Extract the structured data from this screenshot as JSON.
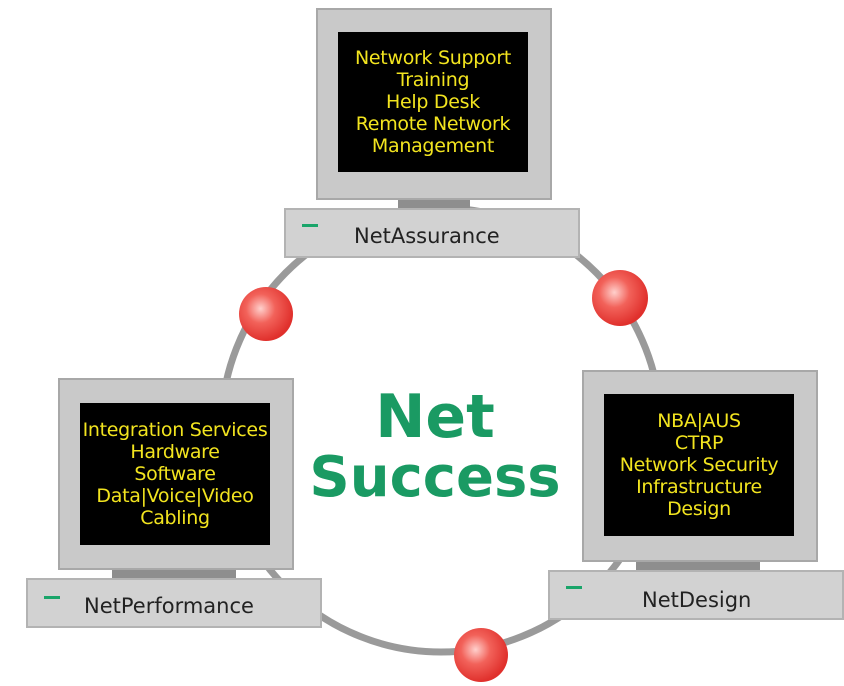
{
  "center": {
    "line1": "Net",
    "line2": "Success"
  },
  "nodes": [
    {
      "id": "netassurance",
      "label": "NetAssurance",
      "lines": [
        "Network Support",
        "Training",
        "Help Desk",
        "Remote Network",
        "Management"
      ]
    },
    {
      "id": "netperformance",
      "label": "NetPerformance",
      "lines": [
        "Integration Services",
        "Hardware",
        "Software",
        "Data|Voice|Video",
        "Cabling"
      ]
    },
    {
      "id": "netdesign",
      "label": "NetDesign",
      "lines": [
        "NBA|AUS",
        "CTRP",
        "Network Security",
        "Infrastructure",
        "Design"
      ]
    }
  ],
  "colors": {
    "screen_text": "#f2e41f",
    "title": "#1a9a63",
    "dot": "#e8403f",
    "ring": "#9a9a9a"
  }
}
